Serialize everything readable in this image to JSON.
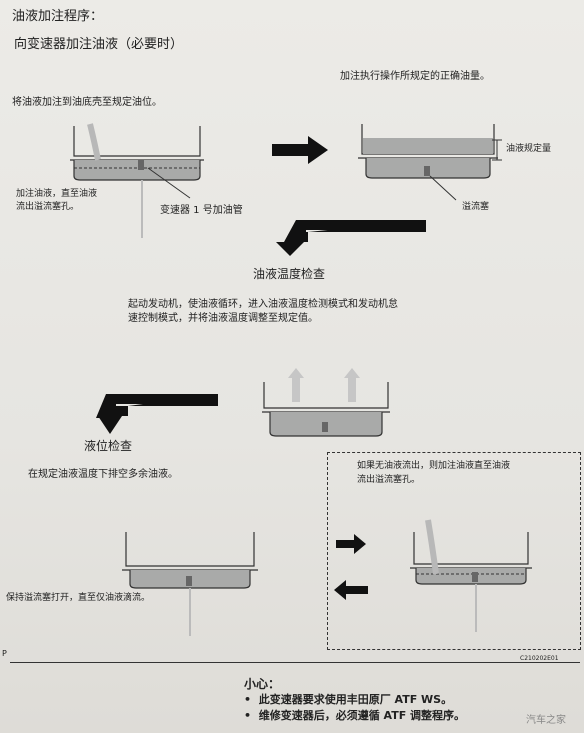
{
  "title": "油液加注程序：",
  "subtitle": "向变速器加注油液（必要时）",
  "step1": {
    "instruction": "将油液加注到油底壳至规定油位。",
    "fill_note_line1": "加注油液，直至油液",
    "fill_note_line2": "流出溢流塞孔。",
    "tube_label": "变速器 1 号加油管"
  },
  "step2": {
    "instruction": "加注执行操作所规定的正确油量。",
    "level_label": "油液规定量",
    "plug_label": "溢流塞"
  },
  "temp_check": {
    "heading": "油液温度检查",
    "desc_line1": "起动发动机，使油液循环，进入油液温度检测模式和发动机怠",
    "desc_line2": "速控制模式，并将油液温度调整至规定值。"
  },
  "level_check": {
    "heading": "液位检查",
    "instruction": "在规定油液温度下排空多余油液。",
    "drain_note": "保持溢流塞打开，直至仅油液滴流。"
  },
  "no_flow_box": {
    "note_line1": "如果无油液流出，则加注油液直至油液",
    "note_line2": "流出溢流塞孔。"
  },
  "page_mark": "P",
  "figure_code": "C210202E01",
  "caution": {
    "heading": "小心：",
    "items": [
      "此变速器要求使用丰田原厂 ATF WS。",
      "维修变速器后，必须遵循 ATF 调整程序。"
    ]
  },
  "watermark": "汽车之家",
  "colors": {
    "fluid": "#a9aaa9",
    "arrow": "#111111",
    "paper": "#e9e8e4"
  }
}
